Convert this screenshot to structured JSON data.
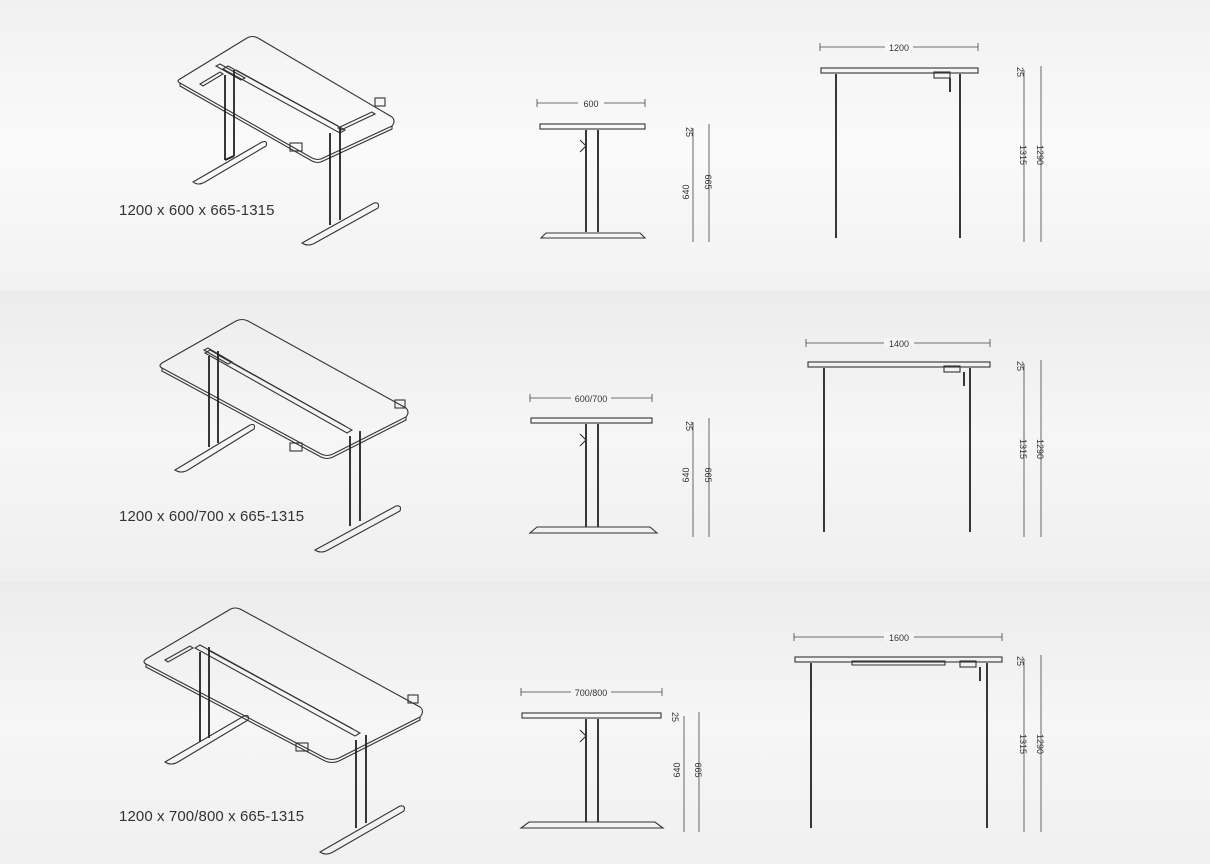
{
  "variants": [
    {
      "label": "1200 x 600 x 665-1315",
      "side_width": "600",
      "front_width": "1200",
      "top_thickness": "25",
      "min_height": "640",
      "min_total": "665",
      "stroke_height": "1315",
      "max_height": "1290"
    },
    {
      "label": "1200 x 600/700 x 665-1315",
      "side_width": "600/700",
      "front_width": "1400",
      "top_thickness": "25",
      "min_height": "640",
      "min_total": "665",
      "stroke_height": "1315",
      "max_height": "1290"
    },
    {
      "label": "1200 x 700/800 x 665-1315",
      "side_width": "700/800",
      "front_width": "1600",
      "top_thickness": "25",
      "min_height": "640",
      "min_total": "665",
      "stroke_height": "1315",
      "max_height": "1290"
    }
  ]
}
